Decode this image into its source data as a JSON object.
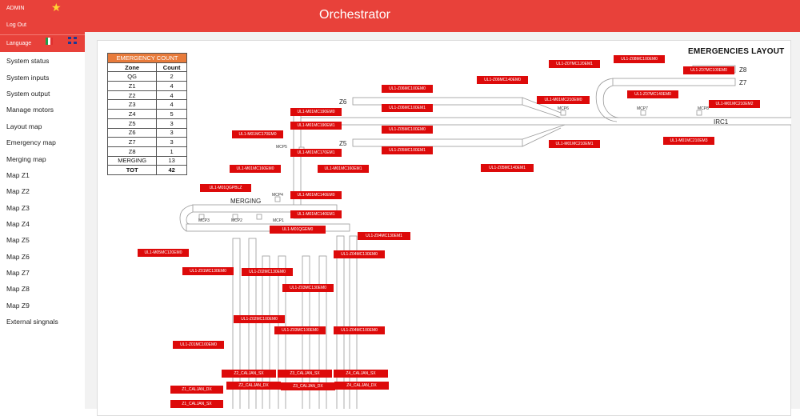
{
  "app": {
    "title": "Orchestrator"
  },
  "sidebar": {
    "user": "ADMIN",
    "logout": "Log Out",
    "language": "Language",
    "items": [
      "System status",
      "System inputs",
      "System output",
      "Manage motors",
      "Layout map",
      "Emergency map",
      "Merging map",
      "Map Z1",
      "Map Z2",
      "Map Z3",
      "Map Z4",
      "Map Z5",
      "Map Z6",
      "Map Z7",
      "Map Z8",
      "Map Z9",
      "External singnals"
    ]
  },
  "emergency_table": {
    "caption": "EMERGENCY COUNT",
    "headers": [
      "Zone",
      "Count"
    ],
    "rows": [
      [
        "QG",
        "2"
      ],
      [
        "Z1",
        "4"
      ],
      [
        "Z2",
        "4"
      ],
      [
        "Z3",
        "4"
      ],
      [
        "Z4",
        "5"
      ],
      [
        "Z5",
        "3"
      ],
      [
        "Z6",
        "3"
      ],
      [
        "Z7",
        "3"
      ],
      [
        "Z8",
        "1"
      ],
      [
        "MERGING",
        "13"
      ]
    ],
    "total": [
      "TOT",
      "42"
    ]
  },
  "layout": {
    "title": "EMERGENCIES LAYOUT",
    "lanes": {
      "z8": "Z8",
      "z7": "Z7",
      "z6": "Z6",
      "z5": "Z5",
      "irc1": "IRC1",
      "merging": "MERGING"
    },
    "mcp": {
      "mcp5": "MCP5",
      "mcp4": "MCP4",
      "mcp3": "MCP3",
      "mcp2": "MCP2",
      "mcp1": "MCP1",
      "mcp6": "MCP6",
      "mcp7": "MCP7",
      "mcp8": "MCP8"
    },
    "emergencies": [
      "UL1-Z08MC100EM0",
      "UL1-Z07MC120EM1",
      "UL1-Z07MC100EM0",
      "UL1-Z06MC140EM0",
      "UL1-Z06MC100EM0",
      "UL1-Z06MC100EM1",
      "UL1-M01MC210EM0",
      "UL1-Z07MC140EM0",
      "UL1-M01MC210EM2",
      "UL1-M01MC190EM0",
      "UL1-M01MC190EM1",
      "UL1-Z05MC100EM0",
      "UL1-M01MC170EM0",
      "UL1-Z05MC100EM1",
      "UL1-M01MC210EM1",
      "UL1-M01MC210EM3",
      "UL1-M01MC170EM1",
      "UL1-M01MC160EM0",
      "UL1-M01MC160EM1",
      "UL1-Z05MC140EM1",
      "UL1-M01QGPBLZ",
      "UL1-M01MC140EM0",
      "UL1-M01MC140EM1",
      "UL1-M01QGEM0",
      "UL1-Z04MC130EM1",
      "UL1-M05MC120EM0",
      "UL1-Z04MC130EM0",
      "UL1-Z01MC130EM0",
      "UL1-Z02MC130EM0",
      "UL1-Z03MC130EM0",
      "UL1-Z02MC100EM0",
      "UL1-Z03MC100EM0",
      "UL1-Z04MC100EM0",
      "UL1-Z01MC100EM0",
      "Z2_CALJAN_SX",
      "Z3_CALJAN_SX",
      "Z4_CALJAN_SX",
      "Z1_CALJAN_DX",
      "Z2_CALJAN_DX",
      "Z3_CALJAN_DX",
      "Z4_CALJAN_DX",
      "Z1_CALJAN_SX"
    ]
  },
  "colors": {
    "accent": "#e8413a",
    "emergency": "#dd0a0a",
    "table_caption": "#e87b3b"
  }
}
